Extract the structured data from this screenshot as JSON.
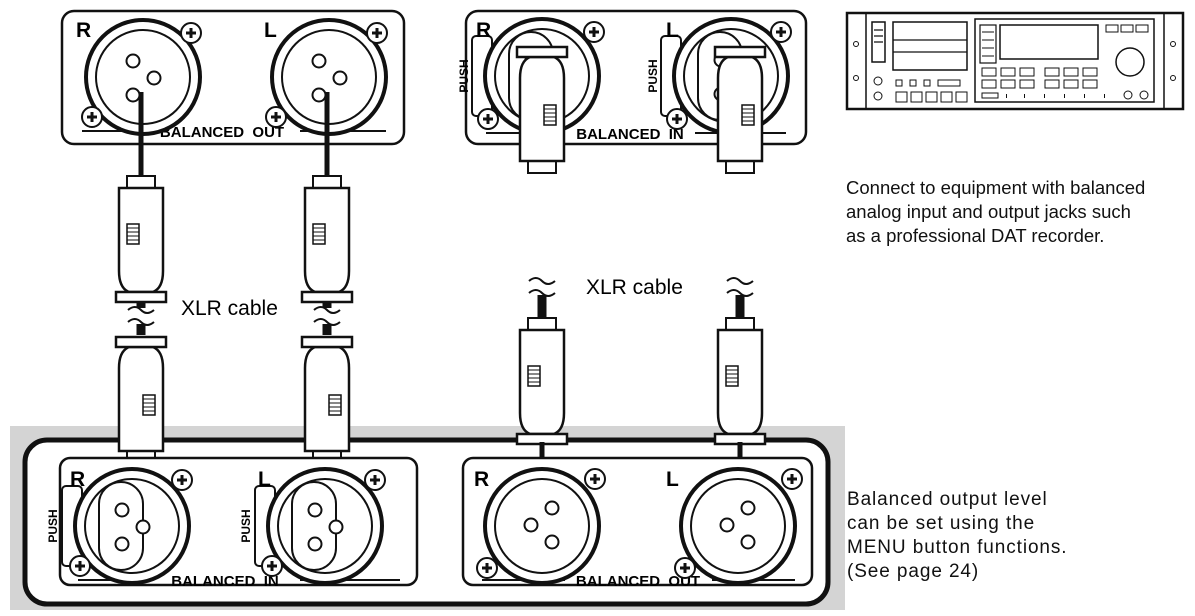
{
  "top_left_panel": {
    "label_r": "R",
    "label_l": "L",
    "title": "BALANCED  OUT"
  },
  "top_right_panel": {
    "label_r": "R",
    "label_l": "L",
    "title": "BALANCED  IN",
    "push": "PUSH"
  },
  "bottom_left_panel": {
    "label_r": "R",
    "label_l": "L",
    "title": "BALANCED  IN",
    "push": "PUSH"
  },
  "bottom_right_panel": {
    "label_r": "R",
    "label_l": "L",
    "title": "BALANCED  OUT"
  },
  "cable_label_left": "XLR cable",
  "cable_label_right": "XLR cable",
  "caption_top": [
    "Connect to equipment with balanced",
    "analog input and output jacks such",
    "as a professional DAT recorder."
  ],
  "caption_bottom": [
    "Balanced output level",
    "can be set using the",
    "MENU button functions.",
    "(See page 24)"
  ],
  "colors": {
    "line": "#111111",
    "shade": "#d4d4d4",
    "background": "#ffffff"
  }
}
